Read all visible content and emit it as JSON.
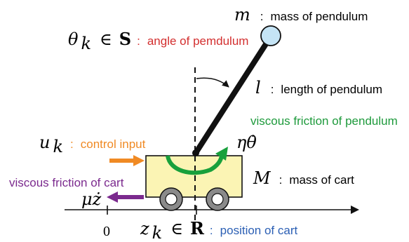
{
  "diagram": {
    "mass_pendulum": {
      "symbol": "m",
      "separator": ":",
      "label": "mass of pendulum"
    },
    "angle": {
      "symbol": "θ",
      "subscript": "k",
      "relation": "∈",
      "set": "S",
      "separator": ":",
      "label": "angle of pemdulum",
      "label_color": "#d32f2f"
    },
    "length": {
      "symbol": "l",
      "separator": ":",
      "label": "length of pendulum"
    },
    "friction_pendulum": {
      "label": "viscous friction of pendulum",
      "formula": "ηθ̇",
      "label_color": "#1e9a3c"
    },
    "control_input": {
      "symbol": "u",
      "subscript": "k",
      "separator": ":",
      "label": "control input",
      "label_color": "#f08a24"
    },
    "mass_cart": {
      "symbol": "M",
      "separator": ":",
      "label": "mass of cart"
    },
    "friction_cart": {
      "label": "viscous friction of cart",
      "formula": "μż",
      "label_color": "#7b2a8e"
    },
    "origin": {
      "label": "0"
    },
    "position": {
      "symbol": "z",
      "subscript": "k",
      "relation": "∈",
      "set": "R",
      "separator": ":",
      "label": "position of cart",
      "label_color": "#2b5fb4"
    },
    "colors": {
      "cart_fill": "#fbf4b4",
      "bob_fill": "#c5e4f5",
      "wheel": "#8a8a8a",
      "green": "#18a03c",
      "orange": "#f08a24",
      "purple": "#7b2a8e",
      "black": "#111111"
    }
  }
}
